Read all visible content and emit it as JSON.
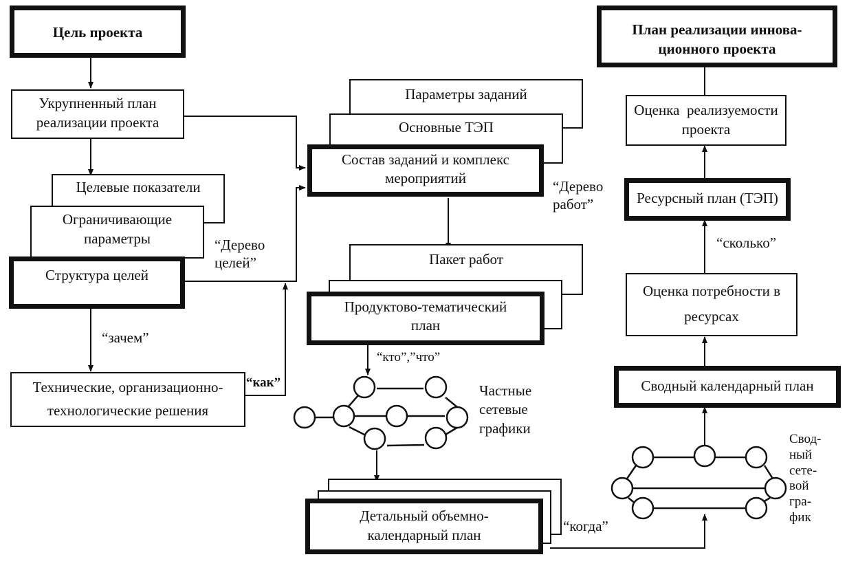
{
  "diagram": {
    "left_column": {
      "goal": "Цель проекта",
      "consolidated_plan": [
        "Укрупненный план",
        "реализации проекта"
      ],
      "target_indicators": "Целевые показатели",
      "limiting_parameters": [
        "Ограничивающие",
        "параметры"
      ],
      "goal_structure": "Структура целей",
      "goal_tree_label": [
        "“Дерево",
        "целей”"
      ],
      "why_label": "“зачем”",
      "solutions": [
        "Технические, организационно-",
        "технологические решения"
      ],
      "how_label": "“как”"
    },
    "center_column": {
      "task_parameters": "Параметры заданий",
      "main_tep": "Основные ТЭП",
      "task_composition": [
        "Состав заданий и комплекс",
        "мероприятий"
      ],
      "work_tree_label": [
        "“Дерево",
        "работ”"
      ],
      "work_package": "Пакет работ",
      "product_plan": [
        "Продуктово-тематический",
        "план"
      ],
      "who_what_label": "“кто”,”что”",
      "partial_networks_label": [
        "Частные",
        "сетевые",
        "графики"
      ],
      "detailed_plan": [
        "Детальный объемно-",
        "календарный план"
      ],
      "when_label": "“когда”"
    },
    "right_column": {
      "implementation_plan": [
        "План реализации иннова-",
        "ционного проекта"
      ],
      "feasibility": [
        "Оценка  реализуемости",
        "проекта"
      ],
      "resource_plan": "Ресурсный план (ТЭП)",
      "how_much_label": "“сколько”",
      "resource_needs": [
        "Оценка потребности в",
        "ресурсах"
      ],
      "summary_calendar": "Сводный календарный план",
      "summary_network_label": [
        "Свод-",
        "ный",
        "сете-",
        "вой",
        "гра-",
        "фик"
      ]
    }
  }
}
